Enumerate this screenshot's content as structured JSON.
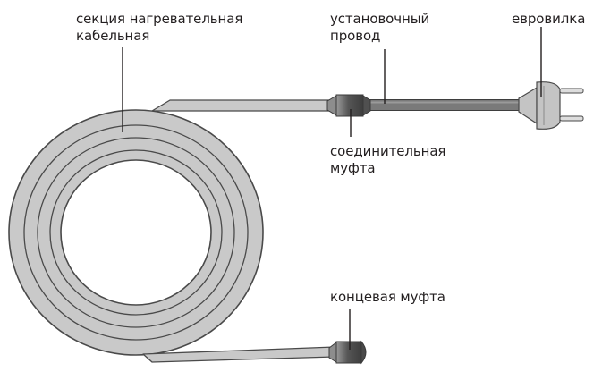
{
  "labels": {
    "heating_section": [
      "секция нагревательная",
      "кабельная"
    ],
    "install_wire": [
      "установочный",
      "провод"
    ],
    "euro_plug": [
      "евровилка"
    ],
    "connecting_coupling": [
      "соединительная",
      "муфта"
    ],
    "end_coupling": [
      "концевая муфта"
    ]
  },
  "colors": {
    "cable_fill": "#c9c9c9",
    "cable_outline": "#4a4a4a",
    "wire": "#7a7a7a",
    "coupling": "#5a5a5a",
    "plug": "#c4c4c4",
    "leader": "#231f20",
    "text": "#231f20"
  }
}
